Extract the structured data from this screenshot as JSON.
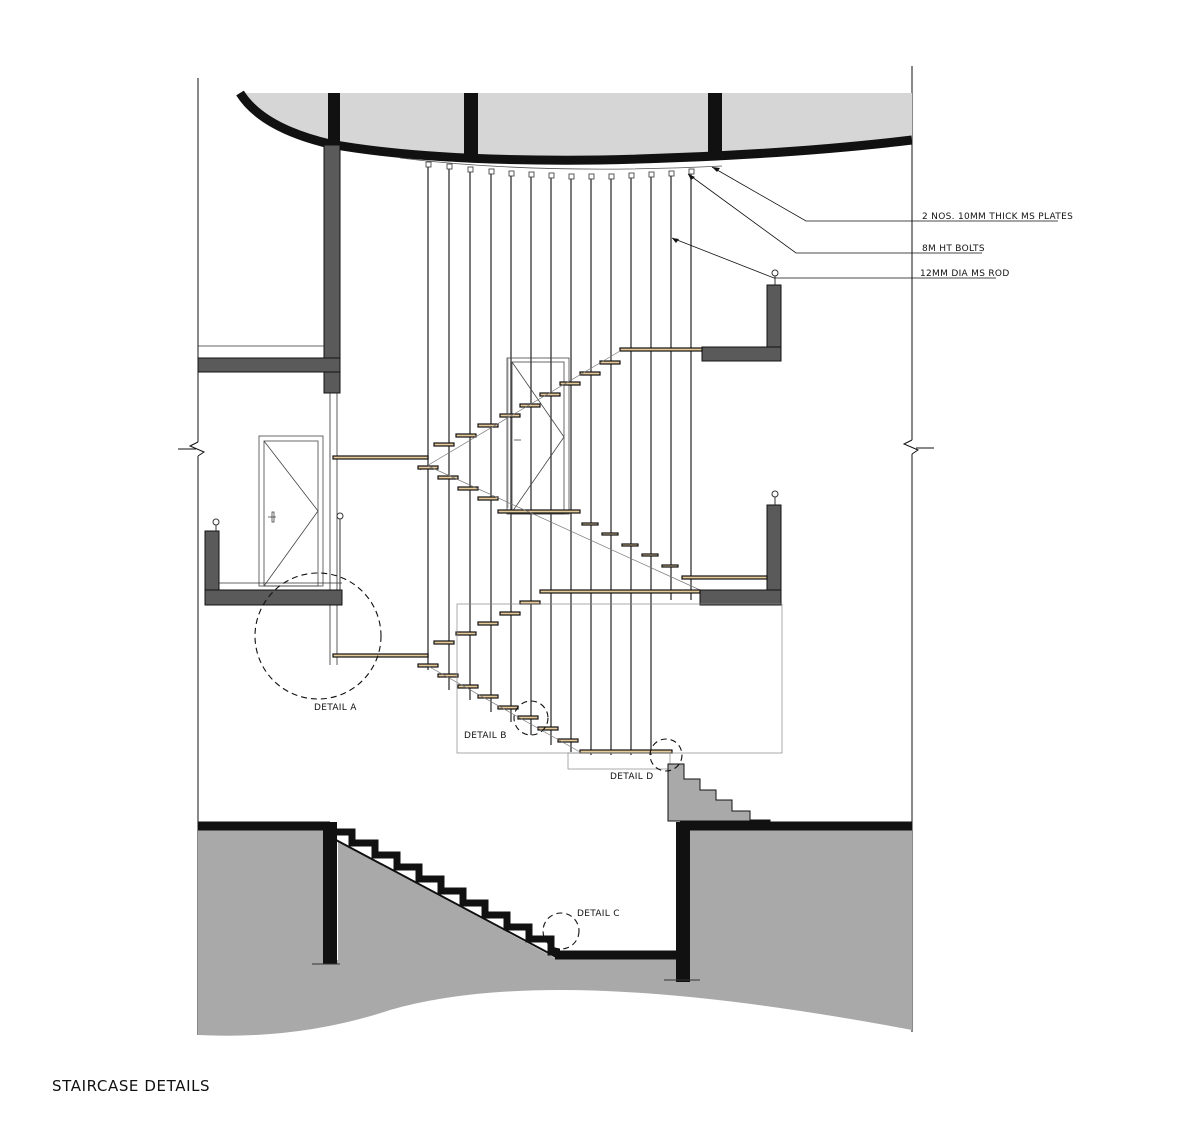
{
  "drawing": {
    "title": "STAIRCASE DETAILS",
    "annotations": {
      "plates": "2 NOS. 10MM THICK MS PLATES",
      "bolts": "8M HT BOLTS",
      "rod": "12MM DIA MS ROD"
    },
    "details": {
      "a": "DETAIL A",
      "b": "DETAIL B",
      "c": "DETAIL C",
      "d": "DETAIL D"
    },
    "colors": {
      "line": "#111111",
      "wall_grey": "#5a5a5a",
      "ground_grey": "#a9a9a9",
      "roof_fill": "#d6d6d6",
      "tread": "#e8c99a"
    }
  }
}
